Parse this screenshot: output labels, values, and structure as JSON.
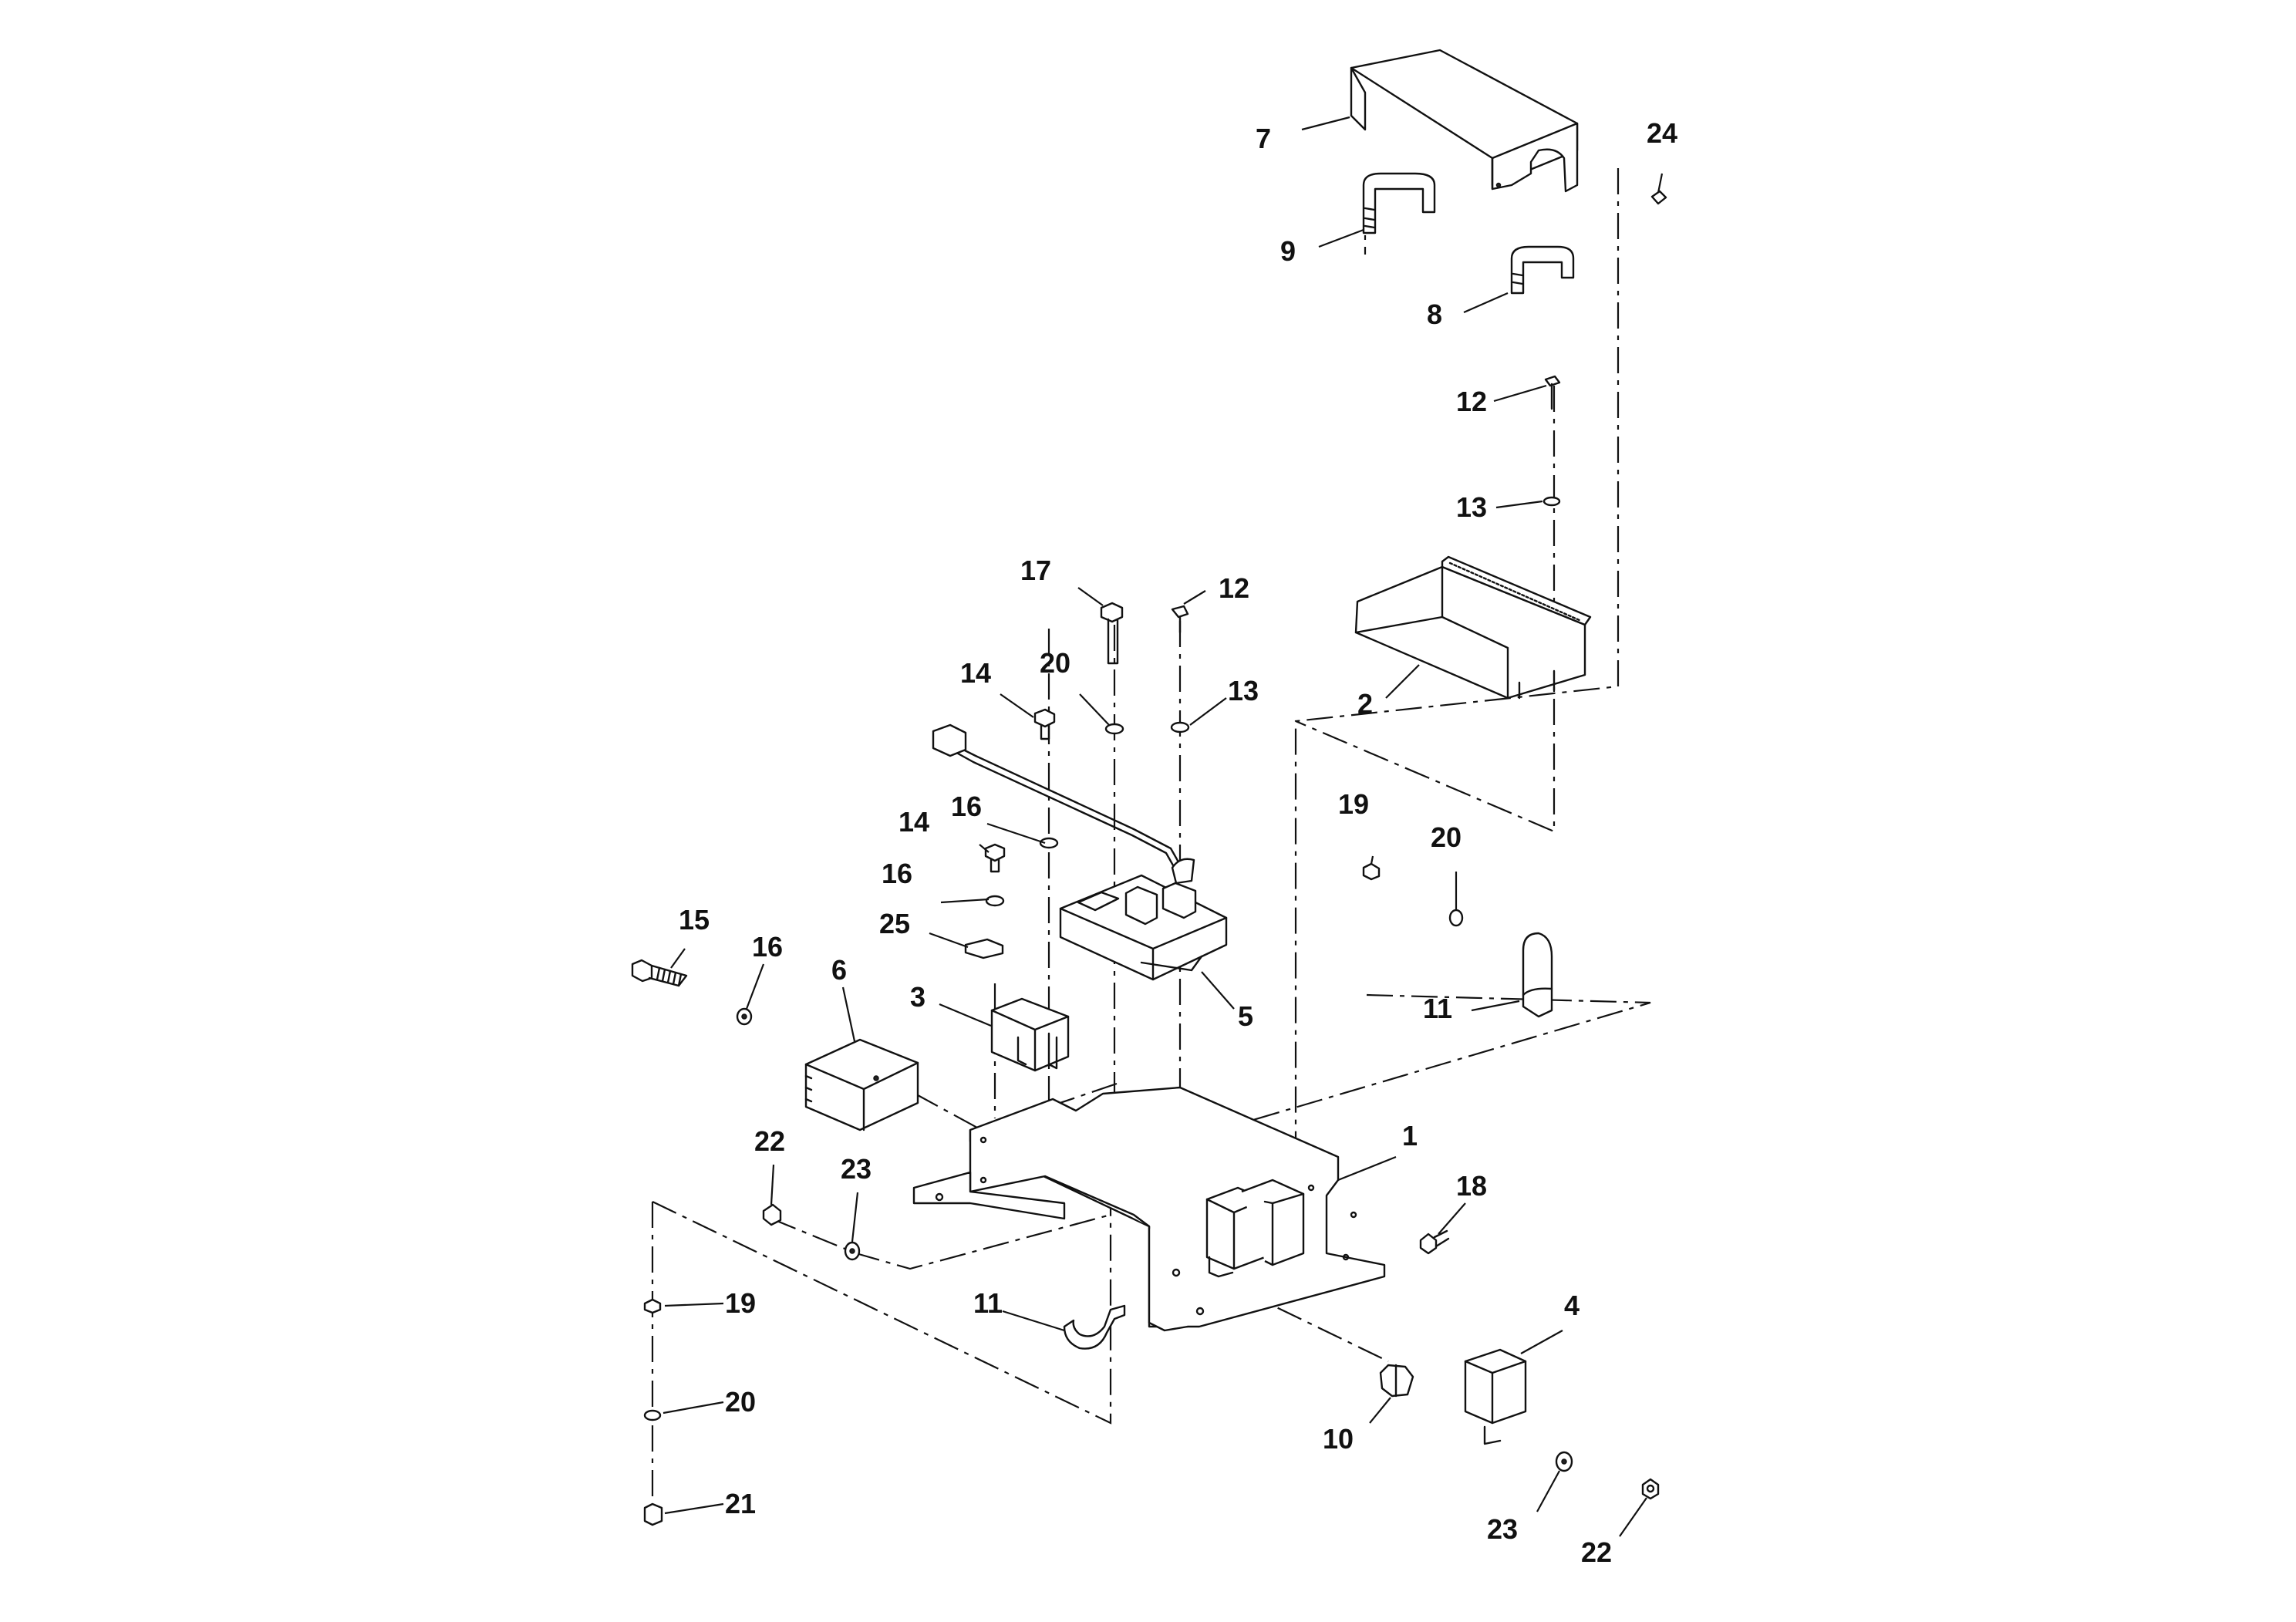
{
  "diagram": {
    "callouts": [
      "1",
      "2",
      "3",
      "4",
      "5",
      "6",
      "7",
      "8",
      "9",
      "10",
      "11",
      "11",
      "12",
      "12",
      "13",
      "13",
      "14",
      "14",
      "15",
      "16",
      "16",
      "16",
      "17",
      "18",
      "19",
      "19",
      "20",
      "20",
      "20",
      "21",
      "22",
      "22",
      "23",
      "23",
      "24",
      "25"
    ]
  },
  "colors": {
    "line": "#111111",
    "background": "#ffffff"
  }
}
